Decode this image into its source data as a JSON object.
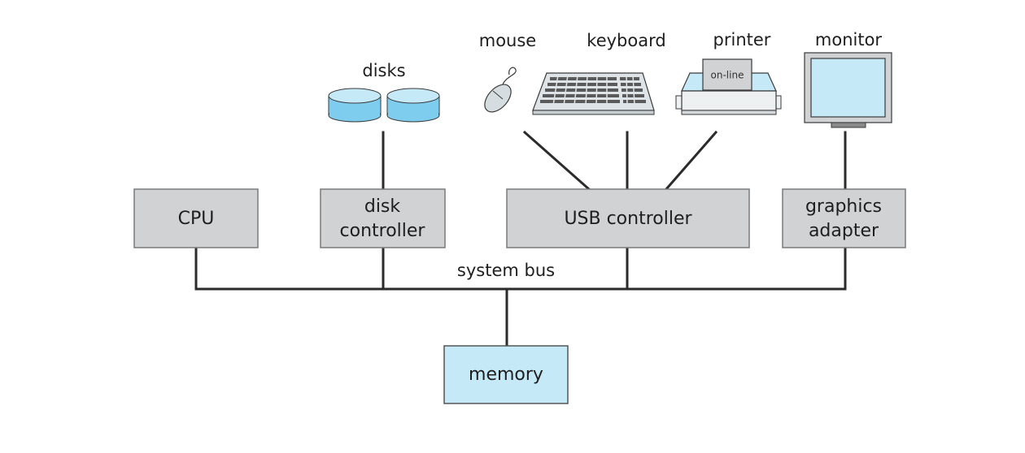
{
  "components": {
    "cpu": "CPU",
    "disk_controller": [
      "disk",
      "controller"
    ],
    "usb_controller": "USB controller",
    "graphics_adapter": [
      "graphics",
      "adapter"
    ],
    "memory": "memory"
  },
  "bus_label": "system bus",
  "devices": {
    "disks": "disks",
    "mouse": "mouse",
    "keyboard": "keyboard",
    "printer": "printer",
    "printer_sign": "on-line",
    "monitor": "monitor"
  },
  "colors": {
    "controller_fill": "#d1d2d4",
    "memory_fill": "#c6e9f7",
    "device_blue": "#b9e3f5",
    "wire": "#2b2b2b"
  }
}
